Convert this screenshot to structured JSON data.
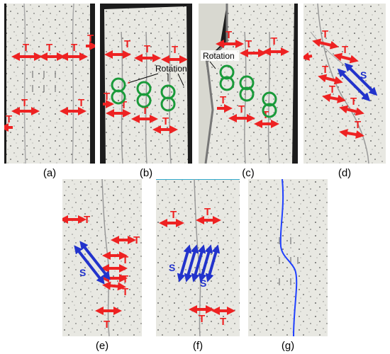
{
  "panels": [
    {
      "caption": "(a)"
    },
    {
      "caption": "(b)",
      "rotation_label": "Rotation"
    },
    {
      "caption": "(c)",
      "rotation_label": "Rotation"
    },
    {
      "caption": "(d)"
    },
    {
      "caption": "(e)"
    },
    {
      "caption": "(f)"
    },
    {
      "caption": "(g)"
    }
  ],
  "labels": {
    "tension": "T",
    "shear": "S"
  },
  "colors": {
    "tension": "#ee2222",
    "shear": "#2233cc",
    "rotation": "#1a9a3a",
    "crack": "#2040ff",
    "specimen": "#e9e9e4"
  }
}
